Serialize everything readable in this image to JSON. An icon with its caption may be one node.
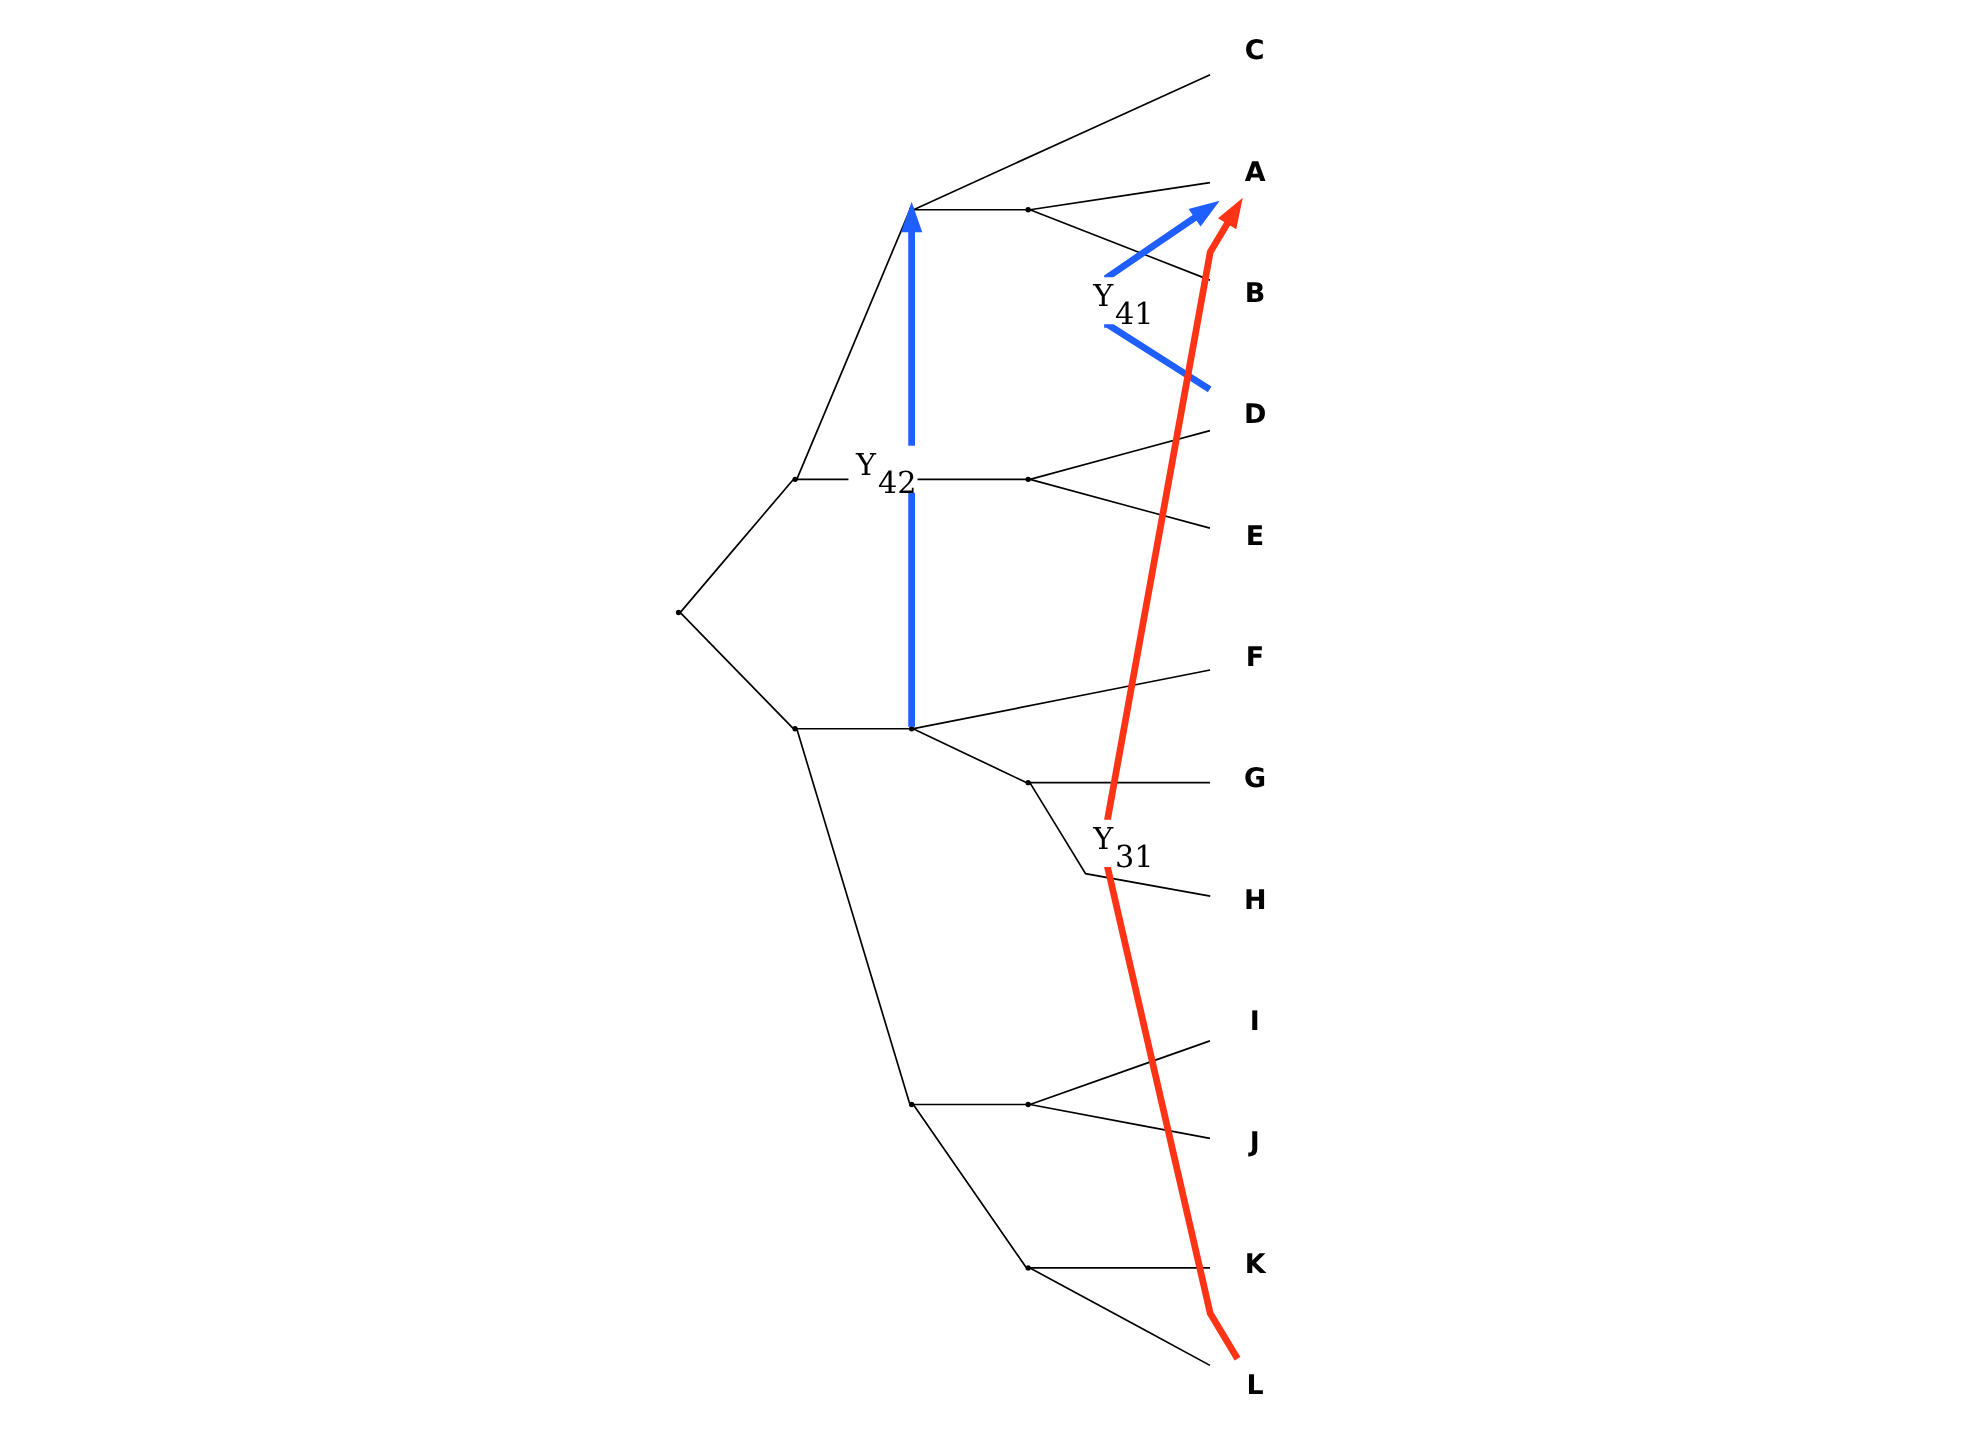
{
  "diagram": {
    "nodes": [
      {
        "text": [],
        "shape": "point"
      },
      {
        "text": [],
        "shape": "point"
      },
      {
        "text": [],
        "shape": "point"
      },
      {
        "text": [
          "C"
        ]
      },
      {
        "text": [],
        "shape": "point"
      },
      {
        "text": [
          "A"
        ]
      },
      {
        "text": [
          "B"
        ]
      },
      {
        "text": [],
        "shape": "point"
      },
      {
        "text": [
          "D"
        ]
      },
      {
        "text": [
          "E"
        ]
      },
      {
        "text": [],
        "shape": "point"
      },
      {
        "text": [],
        "shape": "point"
      },
      {
        "text": [
          "F"
        ]
      },
      {
        "text": [],
        "shape": "point"
      },
      {
        "text": [
          "G"
        ]
      },
      {
        "text": [
          "H"
        ]
      },
      {
        "text": [],
        "shape": "point"
      },
      {
        "text": [],
        "shape": "point"
      },
      {
        "text": [
          "I"
        ]
      },
      {
        "text": [
          "J"
        ]
      },
      {
        "text": [],
        "shape": "point"
      },
      {
        "text": [
          "K"
        ]
      },
      {
        "text": [
          "L"
        ]
      }
    ],
    "edges": [
      {
        "from": 0,
        "to": 1,
        "arrow": "none"
      },
      {
        "from": 0,
        "to": 10,
        "arrow": "none"
      },
      {
        "from": 1,
        "to": 2,
        "arrow": "none"
      },
      {
        "from": 1,
        "to": 7,
        "arrow": "none"
      },
      {
        "from": 2,
        "to": 3,
        "arrow": "none"
      },
      {
        "from": 2,
        "to": 4,
        "arrow": "none"
      },
      {
        "from": 4,
        "to": 5,
        "arrow": "none"
      },
      {
        "from": 4,
        "to": 6,
        "arrow": "none"
      },
      {
        "from": 7,
        "to": 8,
        "arrow": "none"
      },
      {
        "from": 7,
        "to": 9,
        "arrow": "none"
      },
      {
        "from": 10,
        "to": 11,
        "arrow": "none"
      },
      {
        "from": 10,
        "to": 16,
        "arrow": "none"
      },
      {
        "from": 11,
        "to": 12,
        "arrow": "none"
      },
      {
        "from": 11,
        "to": 13,
        "arrow": "none"
      },
      {
        "from": 13,
        "to": 14,
        "arrow": "none"
      },
      {
        "from": 13,
        "to": 15,
        "arrow": "none"
      },
      {
        "from": 16,
        "to": 17,
        "arrow": "none"
      },
      {
        "from": 16,
        "to": 20,
        "arrow": "none"
      },
      {
        "from": 17,
        "to": 18,
        "arrow": "none"
      },
      {
        "from": 17,
        "to": 19,
        "arrow": "none"
      },
      {
        "from": 20,
        "to": 21,
        "arrow": "none"
      },
      {
        "from": 20,
        "to": 22,
        "arrow": "none"
      },
      {
        "from": 11,
        "to": 2,
        "arrow": "to",
        "label": "Y$_{42}$",
        "style": "thick",
        "color": "#1f5fff"
      },
      {
        "from": 8,
        "to": 5,
        "arrow": "to",
        "label": "Y$_{41}$",
        "style": "thick",
        "color": "#1f5fff"
      },
      {
        "from": 22,
        "to": 5,
        "arrow": "to",
        "label": "Y$_{31}$",
        "style": "thick",
        "color": "#ff3316"
      }
    ]
  }
}
